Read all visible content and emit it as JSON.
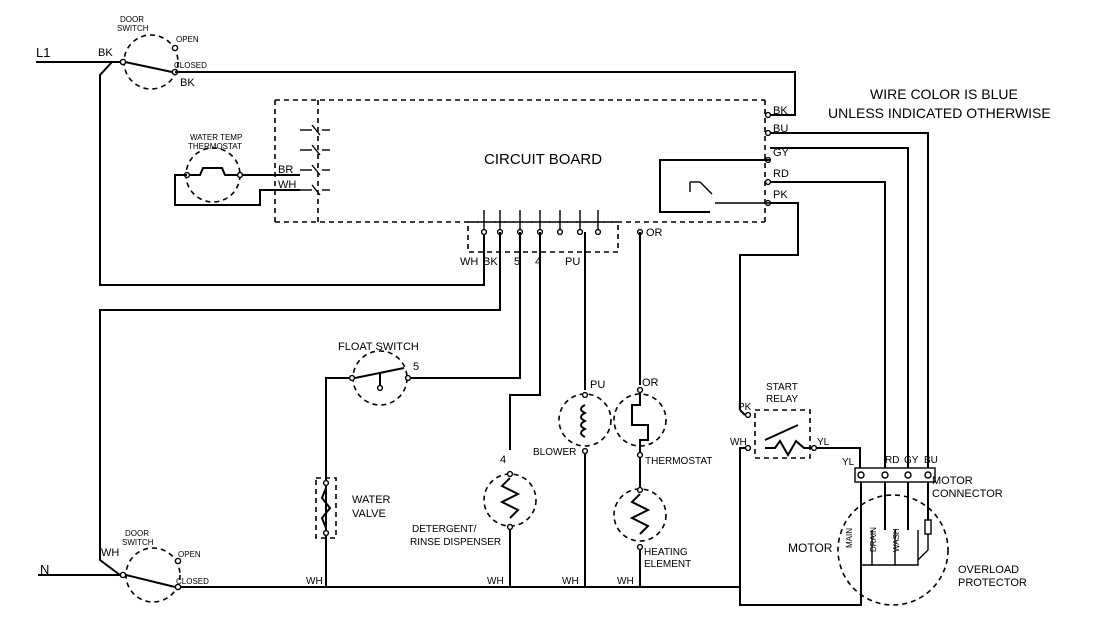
{
  "title": "CIRCUIT BOARD",
  "note": [
    "WIRE COLOR IS BLUE",
    "UNLESS INDICATED OTHERWISE"
  ],
  "lines": {
    "l1": "L1",
    "n": "N"
  },
  "door_switch_top": {
    "name": [
      "DOOR",
      "SWITCH"
    ],
    "open": "OPEN",
    "closed": "CLOSED",
    "wire_in": "BK",
    "wire_out": "BK"
  },
  "door_switch_bottom": {
    "name": [
      "DOOR",
      "SWITCH"
    ],
    "open": "OPEN",
    "closed": "CLOSED",
    "wire_in": "WH"
  },
  "water_temp_thermostat": [
    "WATER TEMP",
    "THERMOSTAT"
  ],
  "board_left_wires": {
    "br": "BR",
    "wh": "WH"
  },
  "board_right_wires": {
    "bk": "BK",
    "bu": "BU",
    "gy": "GY",
    "rd": "RD",
    "pk": "PK",
    "or": "OR"
  },
  "board_bottom_wires": {
    "wh": "WH",
    "bk": "BK",
    "w5": "5",
    "w4": "4",
    "pu": "PU"
  },
  "float_switch": {
    "name": "FLOAT SWITCH",
    "wire": "5"
  },
  "water_valve": [
    "WATER",
    "VALVE"
  ],
  "detergent_dispenser": {
    "name": [
      "DETERGENT/",
      "RINSE DISPENSER"
    ],
    "wire": "4"
  },
  "blower": {
    "name": "BLOWER",
    "wire": "PU"
  },
  "thermostat": {
    "name": "THERMOSTAT",
    "wire": "OR"
  },
  "heating_element": [
    "HEATING",
    "ELEMENT"
  ],
  "start_relay": {
    "name": [
      "START",
      "RELAY"
    ],
    "pk": "PK",
    "wh": "WH",
    "yl": "YL"
  },
  "motor_connector": {
    "name": [
      "MOTOR",
      "CONNECTOR"
    ],
    "wires": [
      "YL",
      "RD",
      "GY",
      "BU"
    ]
  },
  "motor": {
    "name": "MOTOR",
    "windings": [
      "MAIN",
      "DRAIN",
      "WASH"
    ]
  },
  "overload_protector": [
    "OVERLOAD",
    "PROTECTOR"
  ],
  "neutral_wire_labels": [
    "WH",
    "WH",
    "WH",
    "WH"
  ]
}
